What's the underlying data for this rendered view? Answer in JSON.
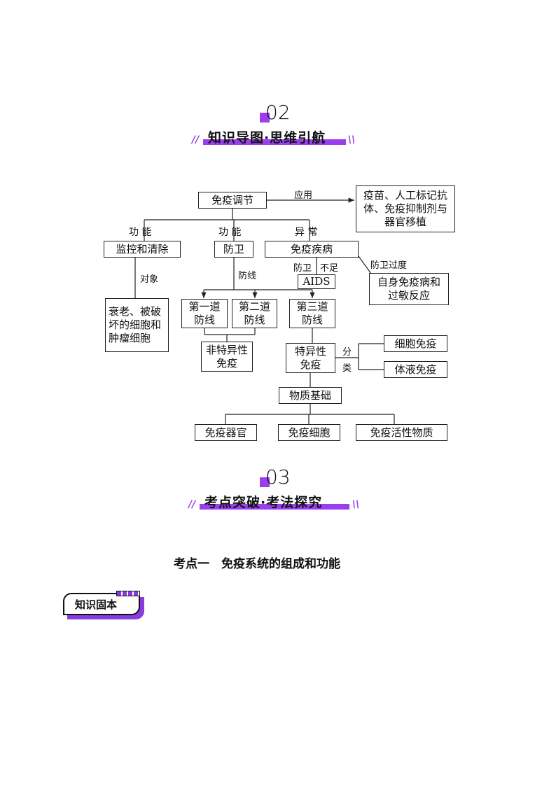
{
  "section2": {
    "number": "02",
    "title": "知识导图·思维引航"
  },
  "section3": {
    "number": "03",
    "title": "考点突破·考法探究"
  },
  "diagram": {
    "root": "免疫调节",
    "apply_label": "应用",
    "apply_box": "疫苗、人工标记抗体、免疫抑制剂与器官移植",
    "func1": "功 能",
    "func2": "功 能",
    "abn": "异 常",
    "monitor": "监控和清除",
    "defense": "防卫",
    "disease": "免疫疾病",
    "object_label": "对象",
    "object_box": "衰老、被破坏的细胞和肿瘤细胞",
    "line_label": "防线",
    "lack1": "防卫",
    "lack2": "不足",
    "aids": "AIDS",
    "over": "防卫过度",
    "auto": "自身免疫病和过敏反应",
    "line1": "第一道防线",
    "line2": "第二道防线",
    "line3": "第三道防线",
    "nonspecific": "非特异性免疫",
    "specific": "特异性免疫",
    "cls1": "分",
    "cls2": "类",
    "cell": "细胞免疫",
    "humoral": "体液免疫",
    "basis": "物质基础",
    "organ": "免疫器官",
    "immcell": "免疫细胞",
    "active": "免疫活性物质"
  },
  "topic": "考点一　免疫系统的组成和功能",
  "badge": "知识固本"
}
